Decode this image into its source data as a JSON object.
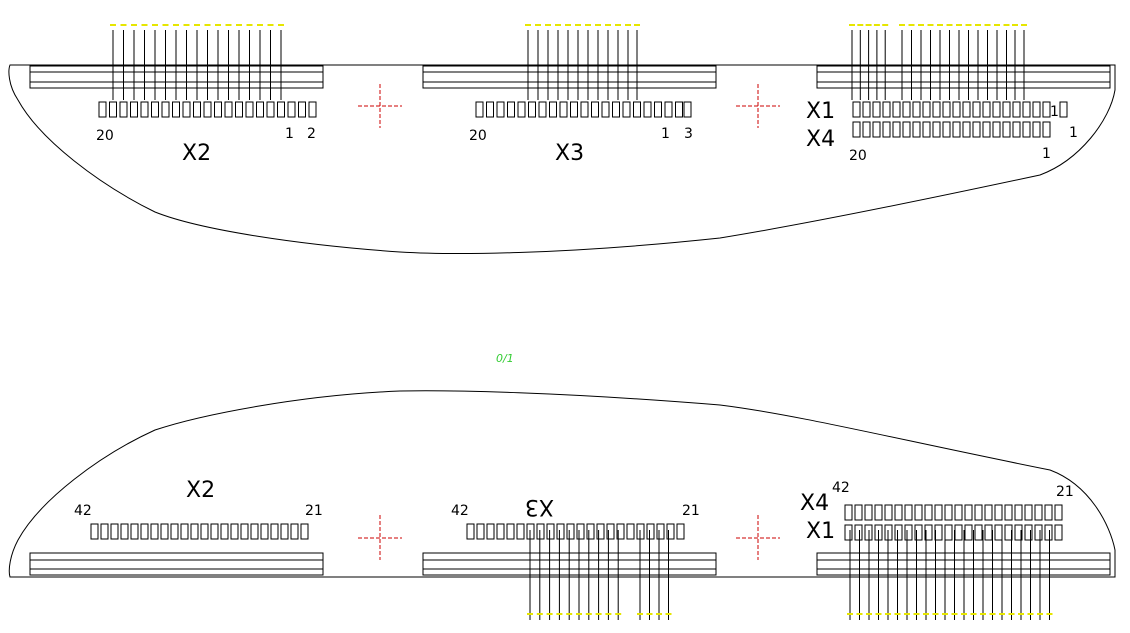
{
  "colors": {
    "line": "#000000",
    "center_mark": "#cc0000",
    "pin_label": "#e6e600",
    "note": "#33cc33"
  },
  "top_view": {
    "connectors": [
      {
        "name": "X2",
        "pin_first": "20",
        "pin_last": "1",
        "extra_pin": "2"
      },
      {
        "name": "X3",
        "pin_first": "20",
        "pin_last": "1",
        "extra_pin": "3"
      },
      {
        "name_row1": "X1",
        "name_row2": "X4",
        "row1_last": "1",
        "row2_last": "1",
        "row1_first": "20",
        "row2_first": "1"
      }
    ]
  },
  "bottom_view": {
    "connectors": [
      {
        "name": "X2",
        "pin_first": "42",
        "pin_last": "21"
      },
      {
        "name": "X3",
        "pin_first": "42",
        "pin_last": "21"
      },
      {
        "name_row1": "X4",
        "name_row2": "X1",
        "pin_first": "42",
        "pin_last": "21"
      }
    ]
  },
  "note": "0/1"
}
